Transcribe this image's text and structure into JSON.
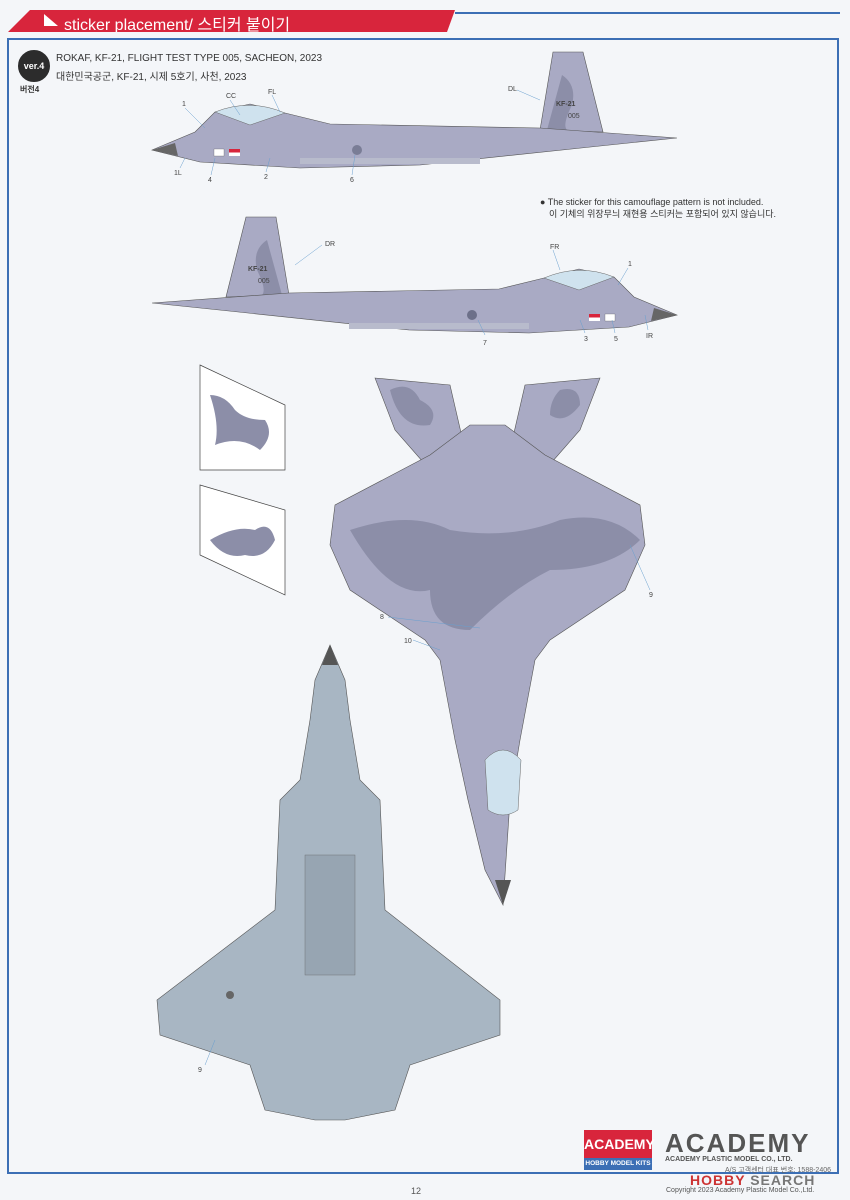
{
  "header": {
    "title": "sticker placement/ 스티커 붙이기"
  },
  "version": {
    "badge": "ver.4",
    "label_ko": "버전4"
  },
  "subject": {
    "title_en": "ROKAF, KF-21, FLIGHT TEST TYPE 005, SACHEON, 2023",
    "title_ko": "대한민국공군, KF-21, 시제 5호기, 사천, 2023"
  },
  "note": {
    "en": "The sticker for this camouflage pattern is not included.",
    "ko": "이 기체의 위장무늬 재현용 스티커는 포함되어 있지 않습니다."
  },
  "aircraft": {
    "tail_marking": "KF-21",
    "serial": "005"
  },
  "callouts": {
    "left_side": [
      "1",
      "CC",
      "FL",
      "DL",
      "1L",
      "4",
      "2",
      "6"
    ],
    "right_side": [
      "DR",
      "FR",
      "1",
      "7",
      "3",
      "5",
      "IR"
    ],
    "top_view": [
      "8",
      "10",
      "9"
    ],
    "bottom_view": [
      "9"
    ]
  },
  "colors": {
    "header_red": "#d8253c",
    "frame_blue": "#3c6fb5",
    "camo_light": "#a9aac4",
    "camo_dark": "#8c8ea8",
    "underside": "#a8b6c3"
  },
  "footer": {
    "logo_top": "ACADEMY",
    "logo_bottom": "HOBBY MODEL KITS",
    "brand": "ACADEMY",
    "company": "ACADEMY PLASTIC MODEL CO., LTD.",
    "service": "A/S 고객센터 대표 번호: 1588-2406",
    "watermark_a": "HOBBY",
    "watermark_b": " SEARCH",
    "copyright": "Copyright 2023 Academy Plastic Model Co.,Ltd.",
    "page": "12"
  }
}
